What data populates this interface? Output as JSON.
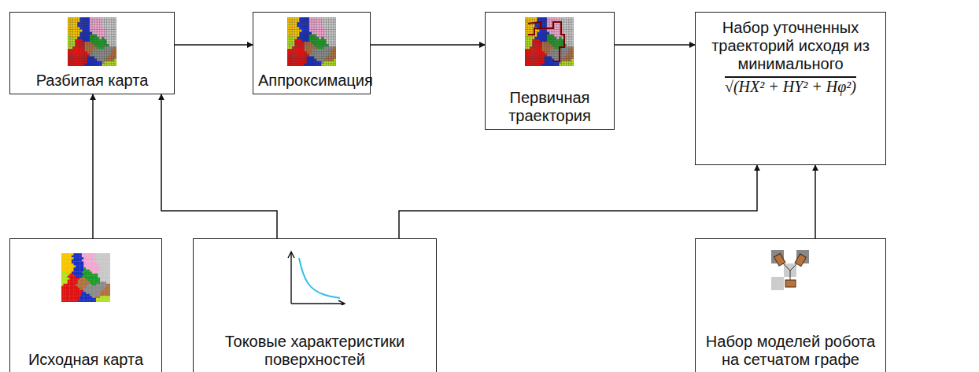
{
  "diagram": {
    "nodes": [
      {
        "text": [
          "Разбитая карта"
        ]
      },
      {
        "text": [
          "Аппроксимация"
        ]
      },
      {
        "text": [
          "Первичная траектория"
        ]
      },
      {
        "text": [
          "Набор уточненных траекторий исходя из минимального",
          "√(HX² + HY² + Hφ²)"
        ]
      },
      {
        "text": [
          "Исходная карта"
        ]
      },
      {
        "text": [
          "Токовые характеристики поверхностей"
        ]
      },
      {
        "text": [
          "Набор моделей робота на сетчатом графе"
        ]
      }
    ],
    "edges": [
      {
        "from": 0,
        "to": 1,
        "arrow": "to"
      },
      {
        "from": 1,
        "to": 2,
        "arrow": "to"
      },
      {
        "from": 2,
        "to": 3,
        "arrow": "to"
      },
      {
        "from": 4,
        "to": 0,
        "arrow": "to"
      },
      {
        "from": 5,
        "to": 0,
        "arrow": "to"
      },
      {
        "from": 5,
        "to": 3,
        "arrow": "to"
      },
      {
        "from": 6,
        "to": 3,
        "arrow": "to"
      }
    ]
  }
}
